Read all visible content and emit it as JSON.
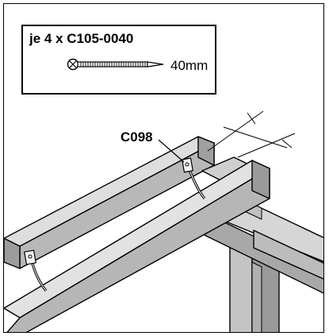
{
  "legend": {
    "title": "je 4 x C105-0040",
    "screw_icon": "screw-icon",
    "length": "40mm"
  },
  "callout": {
    "part": "C098"
  },
  "colors": {
    "line": "#000000",
    "wood_light": "#dcdcdc",
    "wood_mid": "#b4b4b4",
    "wood_dark": "#8a8a8a"
  }
}
